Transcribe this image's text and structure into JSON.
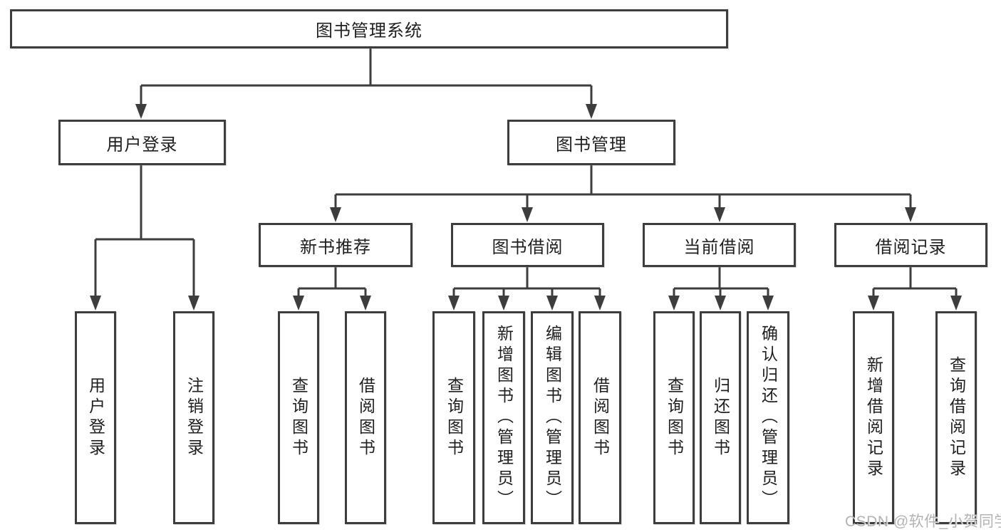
{
  "diagram": {
    "root": {
      "label": "图书管理系统"
    },
    "branches": [
      {
        "label": "用户登录",
        "children": [
          "用户登录",
          "注销登录"
        ]
      },
      {
        "label": "图书管理",
        "children": [
          {
            "label": "新书推荐",
            "children": [
              "查询图书",
              "借阅图书"
            ]
          },
          {
            "label": "图书借阅",
            "children": [
              "查询图书",
              "新增图书（管理员）",
              "编辑图书（管理员）",
              "借阅图书"
            ]
          },
          {
            "label": "当前借阅",
            "children": [
              "查询图书",
              "归还图书",
              "确认归还（管理员）"
            ]
          },
          {
            "label": "借阅记录",
            "children": [
              "新增借阅记录",
              "查询借阅记录"
            ]
          }
        ]
      }
    ]
  },
  "watermark": {
    "text": "CSDN @软件_小贺同学"
  },
  "colors": {
    "line": "#3d3d3d",
    "text": "#1f1f1f",
    "background": "#ffffff",
    "watermark": "#b3b3b3"
  }
}
